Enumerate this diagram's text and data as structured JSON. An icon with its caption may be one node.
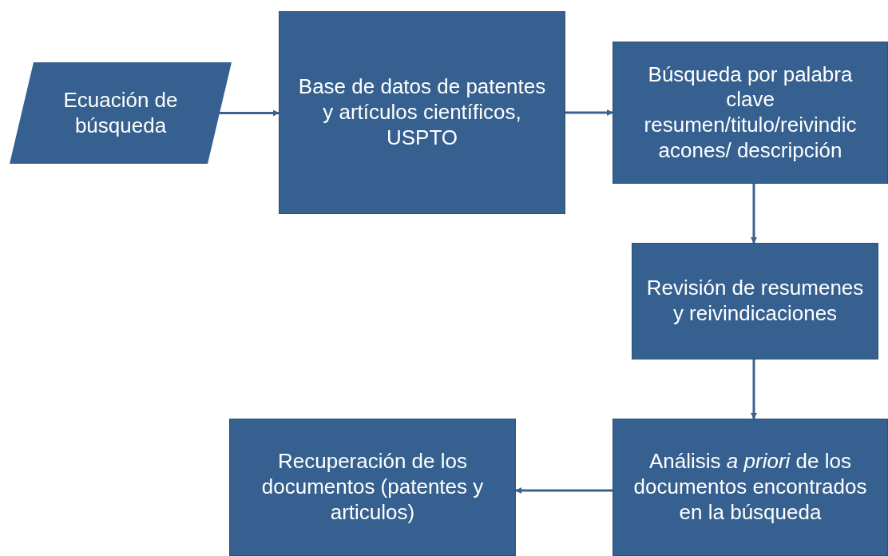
{
  "diagram": {
    "nodes": [
      {
        "text": [
          "Ecuación de búsqueda"
        ]
      },
      {
        "text": [
          "Base de datos de patentes y artículos científicos, USPTO"
        ]
      },
      {
        "text": [
          "Búsqueda por palabra clave resumen/titulo/reivindic acones/ descripción"
        ]
      },
      {
        "text": [
          "Revisión de resumenes y reivindicaciones"
        ]
      },
      {
        "text": [
          "Análisis *a priori* de los documentos encontrados en la búsqueda"
        ]
      },
      {
        "text": [
          "Recuperación de los documentos (patentes y articulos)"
        ]
      }
    ],
    "edges": [
      {
        "from": 0,
        "to": 1,
        "arrow": "to"
      },
      {
        "from": 1,
        "to": 2,
        "arrow": "to"
      },
      {
        "from": 2,
        "to": 3,
        "arrow": "to"
      },
      {
        "from": 3,
        "to": 4,
        "arrow": "to"
      },
      {
        "from": 4,
        "to": 5,
        "arrow": "to"
      }
    ]
  }
}
